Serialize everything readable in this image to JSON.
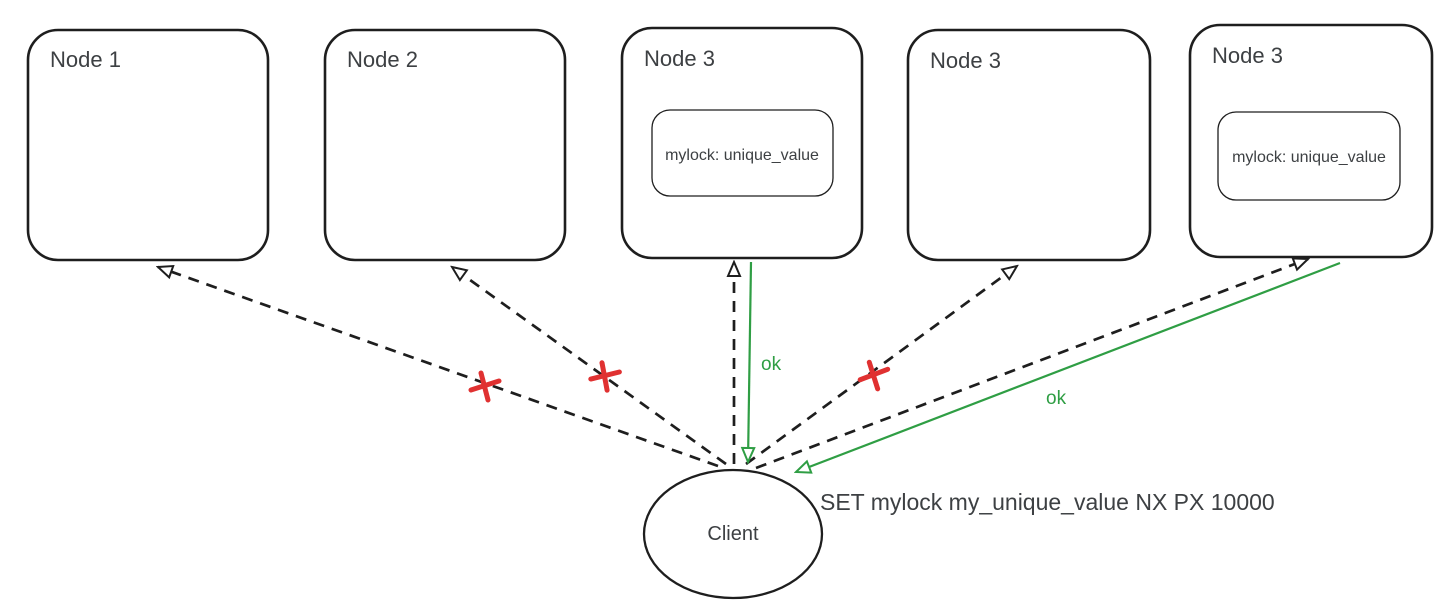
{
  "colors": {
    "stroke": "#1e1e1e",
    "text": "#3d4043",
    "green": "#2f9e44",
    "red": "#e03131"
  },
  "nodes": [
    {
      "label": "Node 1"
    },
    {
      "label": "Node 2"
    },
    {
      "label": "Node 3",
      "lock": "mylock: unique_value"
    },
    {
      "label": "Node 3"
    },
    {
      "label": "Node 3",
      "lock": "mylock: unique_value"
    }
  ],
  "client": {
    "label": "Client"
  },
  "command": {
    "text": "SET mylock my_unique_value NX PX 10000"
  },
  "ok_labels": {
    "first": "ok",
    "second": "ok"
  }
}
